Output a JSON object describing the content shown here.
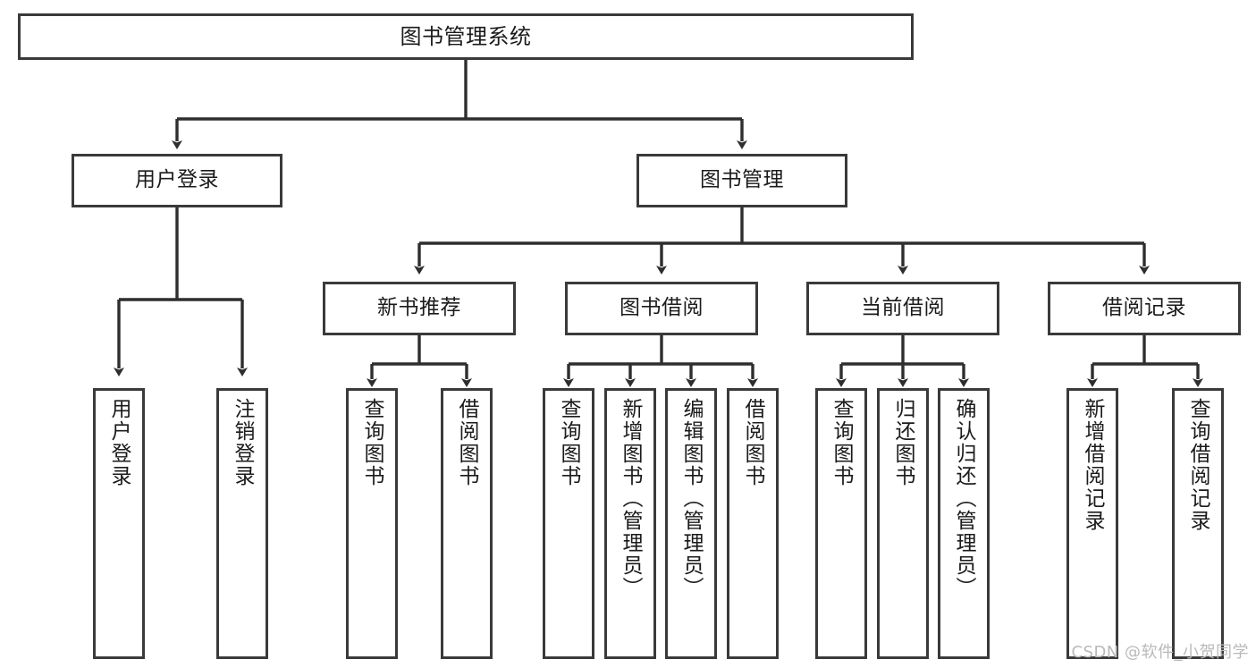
{
  "diagram": {
    "type": "tree-hierarchy-chart",
    "title": "图书管理系统",
    "colors": {
      "stroke": "#3a3a3a",
      "fill": "#ffffff",
      "text": "#1b1b1b",
      "watermark": "#b9b9b9"
    },
    "levels": {
      "root": {
        "label": "图书管理系统"
      },
      "level2": [
        {
          "label": "用户登录"
        },
        {
          "label": "图书管理"
        }
      ],
      "level3": [
        {
          "label": "新书推荐"
        },
        {
          "label": "图书借阅"
        },
        {
          "label": "当前借阅"
        },
        {
          "label": "借阅记录"
        }
      ],
      "leaves": {
        "user_login": [
          {
            "label": "用户登录"
          },
          {
            "label": "注销登录"
          }
        ],
        "new_book_recommend": [
          {
            "label": "查询图书"
          },
          {
            "label": "借阅图书"
          }
        ],
        "book_borrow": [
          {
            "label": "查询图书"
          },
          {
            "label": "新增图书（管理员）"
          },
          {
            "label": "编辑图书（管理员）"
          },
          {
            "label": "借阅图书"
          }
        ],
        "current_borrow": [
          {
            "label": "查询图书"
          },
          {
            "label": "归还图书"
          },
          {
            "label": "确认归还（管理员）"
          }
        ],
        "borrow_records": [
          {
            "label": "新增借阅记录"
          },
          {
            "label": "查询借阅记录"
          }
        ]
      }
    },
    "watermark": "CSDN @软件_小贺同学"
  }
}
